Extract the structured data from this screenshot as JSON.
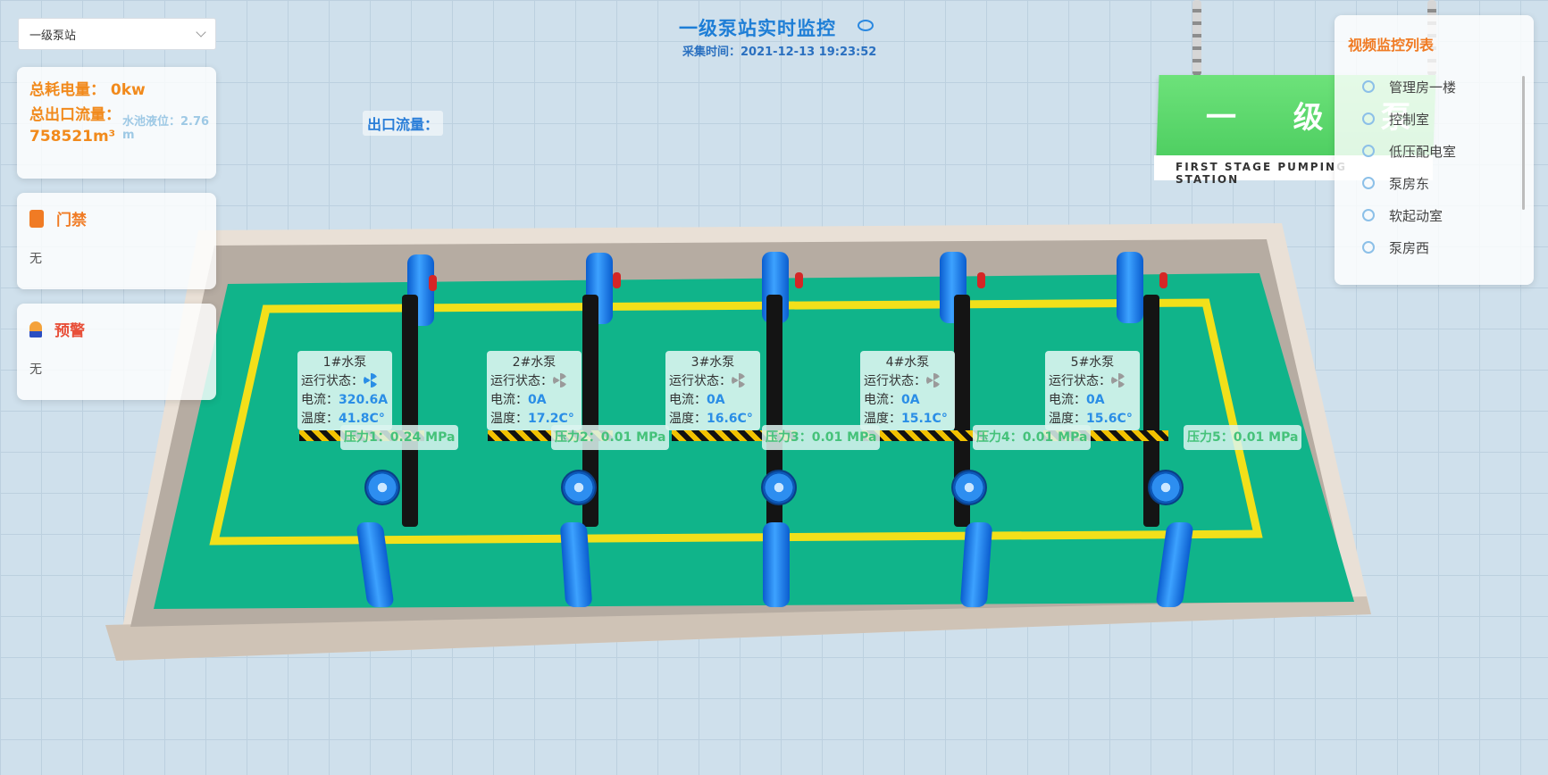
{
  "station_select": {
    "value": "一级泵站"
  },
  "energy": {
    "total_power_label": "总耗电量：",
    "total_power_value": "0kw",
    "total_flow_label": "总出口流量：",
    "total_flow_value": "758521m³",
    "faded_level_text": "水池液位：2.76 m"
  },
  "door": {
    "title": "门禁",
    "body": "无"
  },
  "alarm": {
    "title": "预警",
    "body": "无"
  },
  "header": {
    "title": "一级泵站实时监控",
    "time": "采集时间：2021-12-13 19:23:52"
  },
  "outlet_flow": {
    "label": "出口流量："
  },
  "billboard": {
    "main": "一 级 泵",
    "sub": "FIRST STAGE PUMPING STATION"
  },
  "video": {
    "title": "视频监控列表",
    "items": [
      {
        "label": "管理房一楼",
        "icon": "camera-icon"
      },
      {
        "label": "控制室",
        "icon": "camera-icon"
      },
      {
        "label": "低压配电室",
        "icon": "camera-icon"
      },
      {
        "label": "泵房东",
        "icon": "camera-icon"
      },
      {
        "label": "软起动室",
        "icon": "camera-icon"
      },
      {
        "label": "泵房西",
        "icon": "camera-icon"
      }
    ]
  },
  "pumps": [
    {
      "name": "1#水泵",
      "status_label": "运行状态：",
      "running": true,
      "current_label": "电流：",
      "current": "320.6A",
      "temp_label": "温度：",
      "temp": "41.8C°",
      "pressure": "压力1：0.24 MPa"
    },
    {
      "name": "2#水泵",
      "status_label": "运行状态：",
      "running": false,
      "current_label": "电流：",
      "current": "0A",
      "temp_label": "温度：",
      "temp": "17.2C°",
      "pressure": "压力2：0.01 MPa"
    },
    {
      "name": "3#水泵",
      "status_label": "运行状态：",
      "running": false,
      "current_label": "电流：",
      "current": "0A",
      "temp_label": "温度：",
      "temp": "16.6C°",
      "pressure": "压力3：0.01 MPa"
    },
    {
      "name": "4#水泵",
      "status_label": "运行状态：",
      "running": false,
      "current_label": "电流：",
      "current": "0A",
      "temp_label": "温度：",
      "temp": "15.1C°",
      "pressure": "压力4：0.01 MPa"
    },
    {
      "name": "5#水泵",
      "status_label": "运行状态：",
      "running": false,
      "current_label": "电流：",
      "current": "0A",
      "temp_label": "温度：",
      "temp": "15.6C°",
      "pressure": "压力5：0.01 MPa"
    }
  ],
  "colors": {
    "accent": "#1e7ed6",
    "warning": "#f07b24",
    "alarm": "#e8503a",
    "floor": "#10b48a",
    "boundary": "#f2e01a"
  }
}
